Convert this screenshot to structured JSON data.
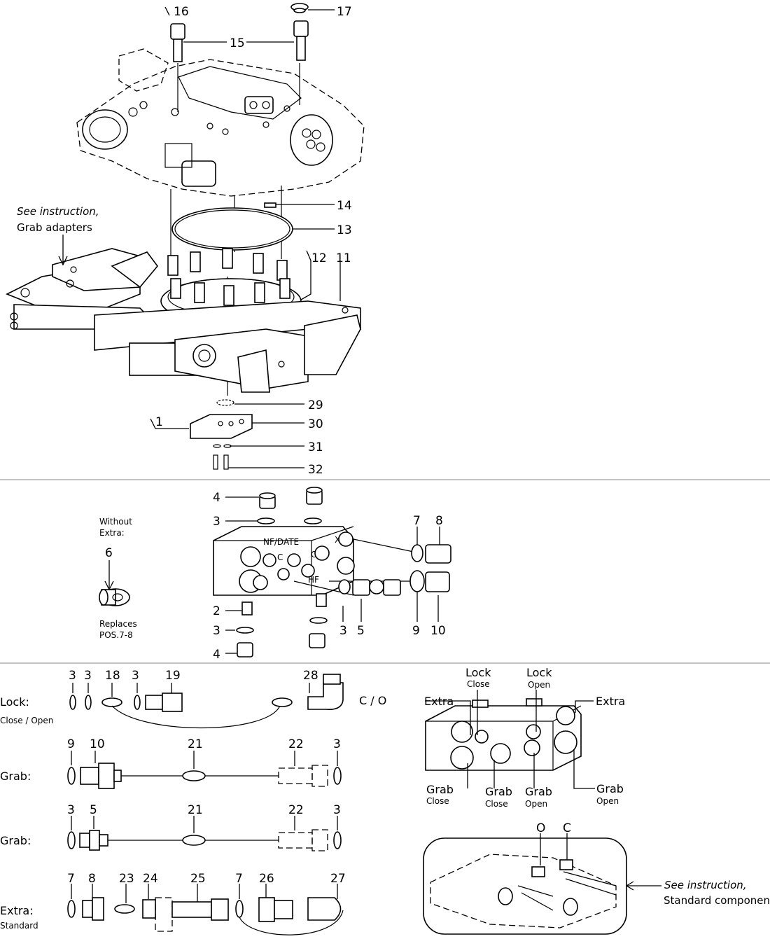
{
  "top": {
    "callouts": {
      "c16": "16",
      "c17": "17",
      "c15": "15",
      "c14": "14",
      "c13": "13",
      "c12": "12",
      "c11": "11",
      "c29": "29",
      "c30": "30",
      "c1": "1",
      "c31": "31",
      "c32": "32"
    },
    "note_line1": "See instruction,",
    "note_line2": "Grab adapters"
  },
  "middle": {
    "without_line1": "Without",
    "without_line2": "Extra:",
    "c6": "6",
    "replaces_line1": "Replaces",
    "replaces_line2": "POS.7-8",
    "callouts": {
      "c4a": "4",
      "c3a": "3",
      "c2": "2",
      "c3b": "3",
      "c4b": "4",
      "c3c": "3",
      "c5": "5",
      "c7": "7",
      "c8": "8",
      "c9": "9",
      "c10": "10"
    },
    "block_text_nf": "NF/DATE",
    "block_text_x": "X",
    "block_text_c": "C",
    "block_text_o": "O",
    "block_text_hf": "HF"
  },
  "bottom": {
    "rows": {
      "lock_label": "Lock:",
      "lock_sub": "Close / Open",
      "grab1_label": "Grab:",
      "grab2_label": "Grab:",
      "extra_label": "Extra:",
      "extra_sub": "Standard"
    },
    "callouts": {
      "r1_3a": "3",
      "r1_3b": "3",
      "r1_18": "18",
      "r1_3c": "3",
      "r1_19": "19",
      "r1_28": "28",
      "r2_9": "9",
      "r2_10": "10",
      "r2_21": "21",
      "r2_22": "22",
      "r2_3": "3",
      "r3_3a": "3",
      "r3_5": "5",
      "r3_21": "21",
      "r3_22": "22",
      "r3_3b": "3",
      "r4_7a": "7",
      "r4_8": "8",
      "r4_23": "23",
      "r4_24": "24",
      "r4_25": "25",
      "r4_7b": "7",
      "r4_26": "26",
      "r4_27": "27"
    },
    "co_label": "C / O",
    "ports": {
      "lock": "Lock",
      "lock_close": "Close",
      "lock2": "Lock",
      "lock_open": "Open",
      "extra_left": "Extra",
      "extra_right": "Extra",
      "grab_close1": "Grab",
      "grab_close1_sub": "Close",
      "grab_close2": "Grab",
      "grab_close2_sub": "Close",
      "grab_open1": "Grab",
      "grab_open1_sub": "Open",
      "grab_open2": "Grab",
      "grab_open2_sub": "Open"
    },
    "inset_o": "O",
    "inset_c": "C",
    "inset_note1": "See instruction,",
    "inset_note2": "Standard components"
  }
}
